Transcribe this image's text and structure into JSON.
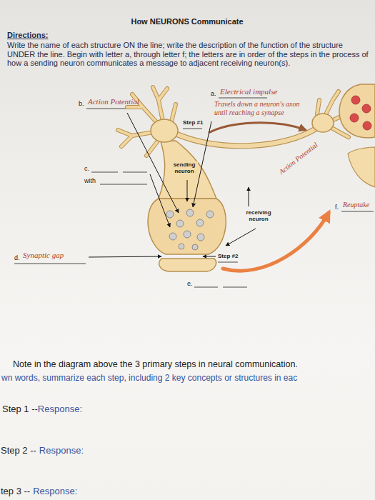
{
  "diagram": {
    "title": "How NEURONS Communicate",
    "labels": [
      "Directions:",
      "Write the name of each structure ON the line; write the description of the function of the structure UNDER the line. Begin with letter a, through letter f; the letters are in order of the steps in the process of how a sending neuron communicates a message to adjacent receiving neuron(s).",
      "a.",
      "Electrical impulse",
      "Travels down a neuron's axon until reaching a synapse",
      "b.",
      "Action Potential",
      "Step #1",
      "Action Potential",
      "sending neuron",
      "c.",
      "with",
      "receiving neuron",
      "f.",
      "Reuptake",
      "d.",
      "Synaptic gap",
      "Step #2",
      "e.",
      "Note in the diagram above the 3 primary steps in neural communication.",
      "wn words, summarize each step, including 2 key concepts or structures in eac",
      "Step 1 --",
      "Response:",
      "Step 2 --",
      "Response:",
      "tep 3 --",
      "Response:"
    ]
  }
}
